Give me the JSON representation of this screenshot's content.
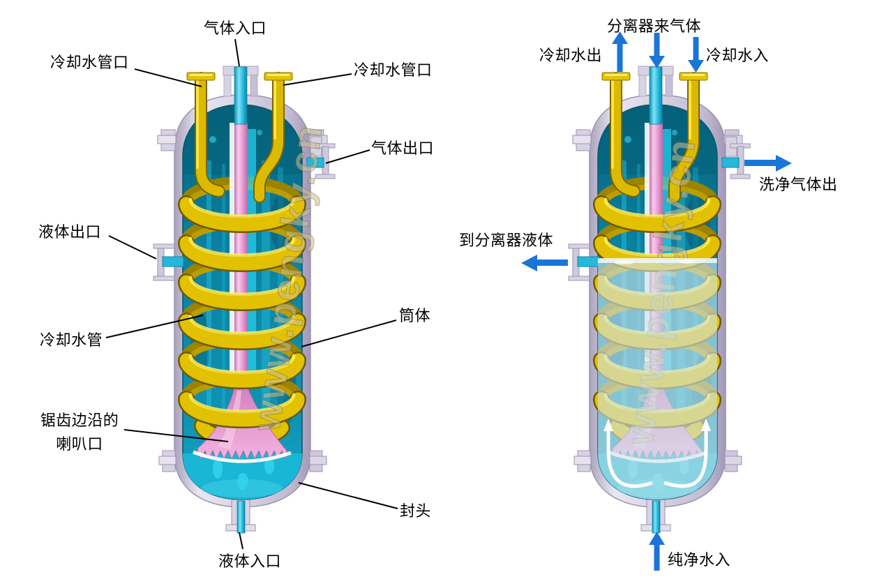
{
  "watermark": {
    "text": "www.pengky.cn"
  },
  "colors": {
    "arrow_blue": "#1b75d8",
    "vessel_shell_lavender": "#d8d3e3",
    "interior_teal": "#0b80a0",
    "coil_yellow": "#e2c100",
    "center_tube_pink": "#eb9fd8",
    "pipe_cyan": "#24b8dc",
    "liquid_cyan": "#19b6d6",
    "label_text": "#000000"
  },
  "left_diagram": {
    "labels": {
      "gas_inlet": "气体入口",
      "cooling_water_port_left": "冷却水管口",
      "cooling_water_port_right": "冷却水管口",
      "gas_outlet": "气体出口",
      "liquid_outlet": "液体出口",
      "cooling_water_pipe": "冷却水管",
      "shell_body": "筒体",
      "bell_mouth_line1": "锯齿边沿的",
      "bell_mouth_line2": "喇叭口",
      "head": "封头",
      "liquid_inlet": "液体入口"
    }
  },
  "right_diagram": {
    "labels": {
      "gas_from_separator": "分离器来气体",
      "cooling_water_out": "冷却水出",
      "cooling_water_in": "冷却水入",
      "washed_gas_out": "洗净气体出",
      "liquid_to_separator": "到分离器液体",
      "pure_water_in": "纯净水入"
    }
  }
}
